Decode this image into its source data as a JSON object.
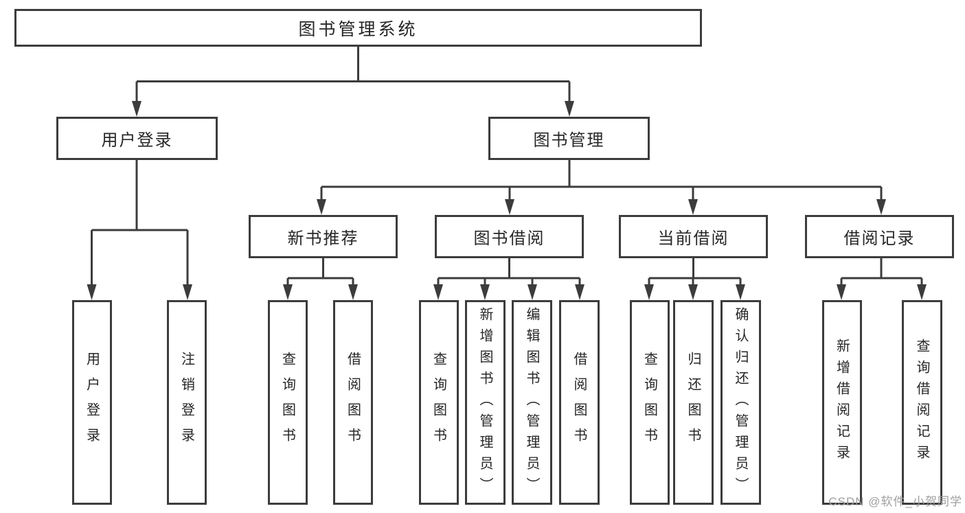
{
  "nodes": {
    "root": "图书管理系统",
    "user_login": "用户登录",
    "book_mgmt": "图书管理",
    "new_books": "新书推荐",
    "book_borrow": "图书借阅",
    "current_borrow": "当前借阅",
    "borrow_records": "借阅记录",
    "user_login_leaf": "用户登录",
    "logout_leaf": "注销登录",
    "nb_query": "查询图书",
    "nb_borrow": "借阅图书",
    "bb_query": "查询图书",
    "bb_add": "新增图书（管理员）",
    "bb_edit": "编辑图书（管理员）",
    "bb_borrow": "借阅图书",
    "cb_query": "查询图书",
    "cb_return": "归还图书",
    "cb_confirm": "确认归还（管理员）",
    "br_add": "新增借阅记录",
    "br_query": "查询借阅记录"
  },
  "watermark": "CSDN @软件_小贺同学",
  "colors": {
    "line": "#3c3c3c",
    "text": "#262626",
    "watermark": "#9e9e9e",
    "background": "#ffffff"
  }
}
